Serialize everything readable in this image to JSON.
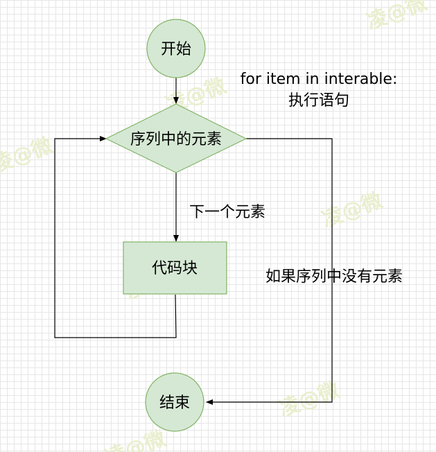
{
  "nodes": {
    "start": "开始",
    "condition": "序列中的元素",
    "code_block": "代码块",
    "end": "结束"
  },
  "labels": {
    "syntax_line1": "for item in interable:",
    "syntax_line2": "执行语句",
    "next_element": "下一个元素",
    "no_more_elements": "如果序列中没有元素"
  },
  "watermark": "凌@微",
  "colors": {
    "node_fill": "#d5e8d4",
    "node_stroke": "#82b366",
    "edge": "#000000"
  }
}
